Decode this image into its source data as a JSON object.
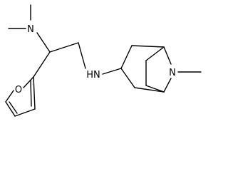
{
  "molecule": {
    "atoms": {
      "dimethylamine_n": "N",
      "furan_o": "O",
      "amine_nh": "HN",
      "bicyclic_n": "N"
    }
  },
  "colors": {
    "bond": "#000000",
    "label": "#000000",
    "background": "#ffffff"
  }
}
